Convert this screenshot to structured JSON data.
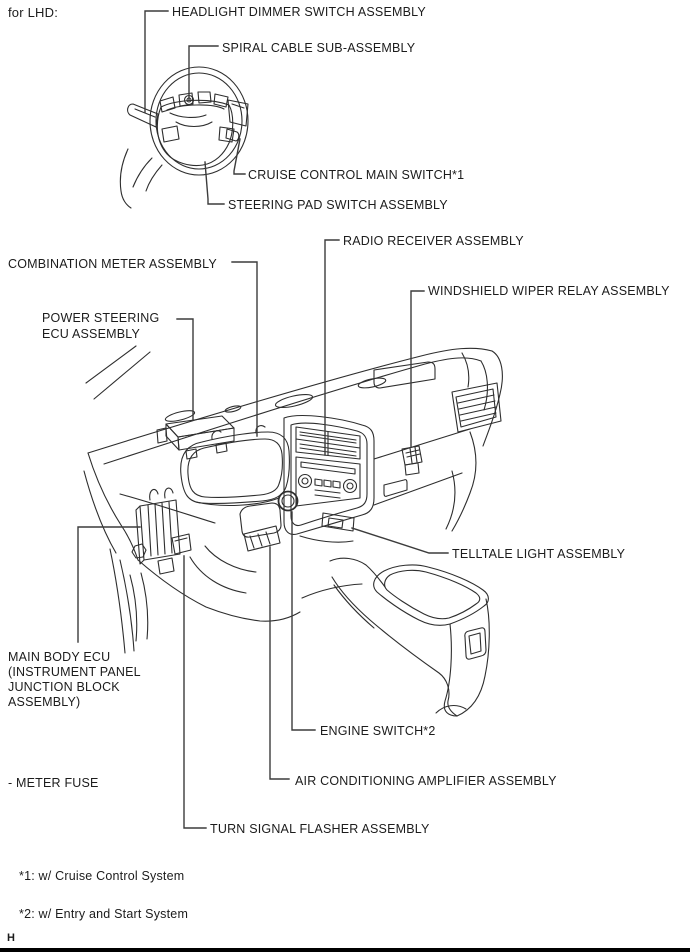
{
  "page": {
    "variant_label": "for LHD:",
    "page_marker": "H"
  },
  "labels": {
    "headlight_dimmer": "HEADLIGHT DIMMER SWITCH ASSEMBLY",
    "spiral_cable": "SPIRAL CABLE SUB-ASSEMBLY",
    "cruise_control": "CRUISE CONTROL MAIN SWITCH*1",
    "steering_pad": "STEERING PAD SWITCH ASSEMBLY",
    "radio_receiver": "RADIO RECEIVER ASSEMBLY",
    "combination_meter": "COMBINATION METER ASSEMBLY",
    "windshield_wiper_relay": "WINDSHIELD WIPER RELAY ASSEMBLY",
    "power_steering_line1": "POWER STEERING",
    "power_steering_line2": "ECU ASSEMBLY",
    "telltale_light": "TELLTALE LIGHT ASSEMBLY",
    "main_body_ecu_line1": "MAIN BODY ECU",
    "main_body_ecu_line2": "(INSTRUMENT PANEL",
    "main_body_ecu_line3": "JUNCTION BLOCK",
    "main_body_ecu_line4": "ASSEMBLY)",
    "engine_switch": "ENGINE SWITCH*2",
    "meter_fuse": "- METER FUSE",
    "air_conditioning_amplifier": "AIR CONDITIONING AMPLIFIER ASSEMBLY",
    "turn_signal_flasher": "TURN SIGNAL FLASHER ASSEMBLY"
  },
  "footnotes": {
    "note1": "*1: w/ Cruise Control System",
    "note2": "*2: w/ Entry and Start System"
  },
  "colors": {
    "background": "#ffffff",
    "text": "#1c1c1c",
    "art_line": "#2e2e2e",
    "leader_line": "#3c3c3c",
    "bottom_bar": "#000000"
  }
}
